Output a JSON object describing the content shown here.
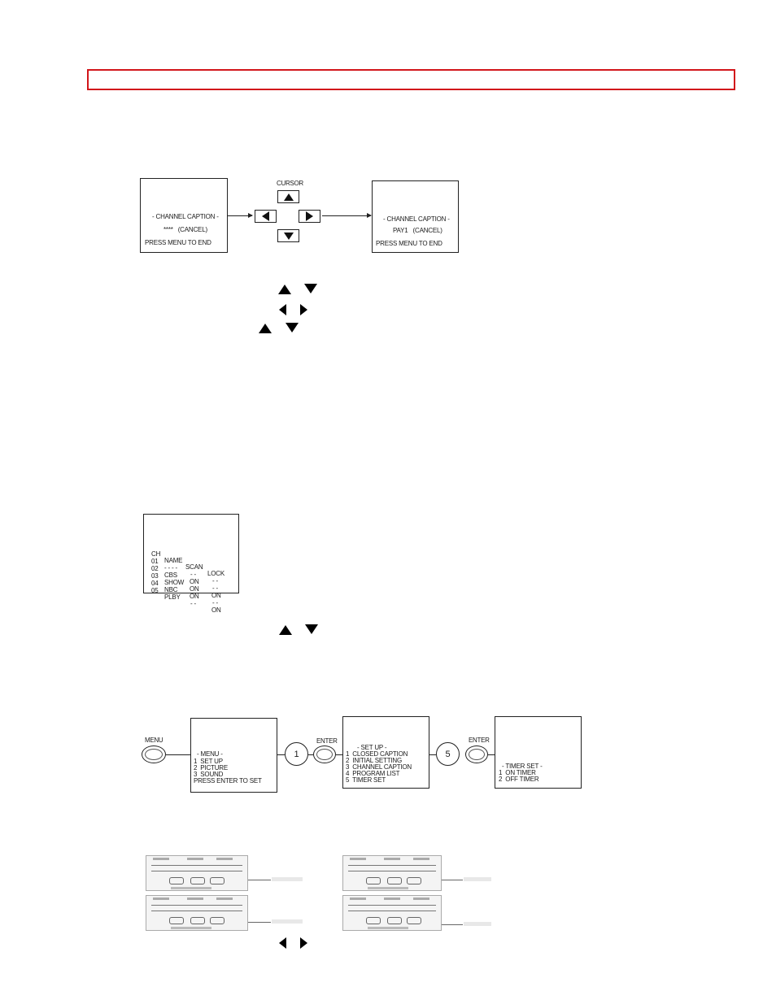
{
  "header": {
    "bar_color": "#d2161b"
  },
  "figure1": {
    "left_screen": {
      "title": "- CHANNEL CAPTION -",
      "value": "****   (CANCEL)",
      "footer": "PRESS MENU TO END"
    },
    "cursor_label": "CURSOR",
    "cursor_keys": [
      "up",
      "left",
      "right",
      "down"
    ],
    "right_screen": {
      "title": "- CHANNEL CAPTION -",
      "value": "PAY1   (CANCEL)",
      "footer": "PRESS MENU TO END"
    }
  },
  "step_symbols": [
    {
      "icons": [
        "triangle-up-icon",
        "triangle-down-icon"
      ]
    },
    {
      "icons": [
        "triangle-left-icon",
        "triangle-right-icon"
      ]
    },
    {
      "icons": [
        "triangle-up-icon",
        "triangle-down-icon"
      ]
    }
  ],
  "program_list": {
    "headers": [
      "CH",
      "NAME",
      "SCAN",
      "LOCK"
    ],
    "rows": [
      [
        "01",
        "- - - -",
        "- -",
        "- -"
      ],
      [
        "02",
        "CBS",
        "ON",
        "- -"
      ],
      [
        "03",
        "SHOW",
        "ON",
        "ON"
      ],
      [
        "04",
        "NBC",
        "ON",
        "- -"
      ],
      [
        "05",
        "PLBY",
        "- -",
        "ON"
      ]
    ]
  },
  "figure3": {
    "menu_label": "MENU",
    "menu_screen": {
      "title": "- MENU -",
      "items": [
        "1  SET UP",
        "2  PICTURE",
        "3  SOUND"
      ],
      "footer": "PRESS ENTER TO SET"
    },
    "digit1": "1",
    "enter_label_1": "ENTER",
    "setup_screen": {
      "title": "- SET UP -",
      "items": [
        "1  CLOSED CAPTION",
        "2  INITIAL SETTING",
        "3  CHANNEL CAPTION",
        "4  PROGRAM LIST",
        "5  TIMER SET"
      ]
    },
    "digit2": "5",
    "enter_label_2": "ENTER",
    "timer_screen": {
      "title": "- TIMER SET -",
      "items": [
        "1  ON TIMER",
        "2  OFF TIMER"
      ]
    }
  }
}
